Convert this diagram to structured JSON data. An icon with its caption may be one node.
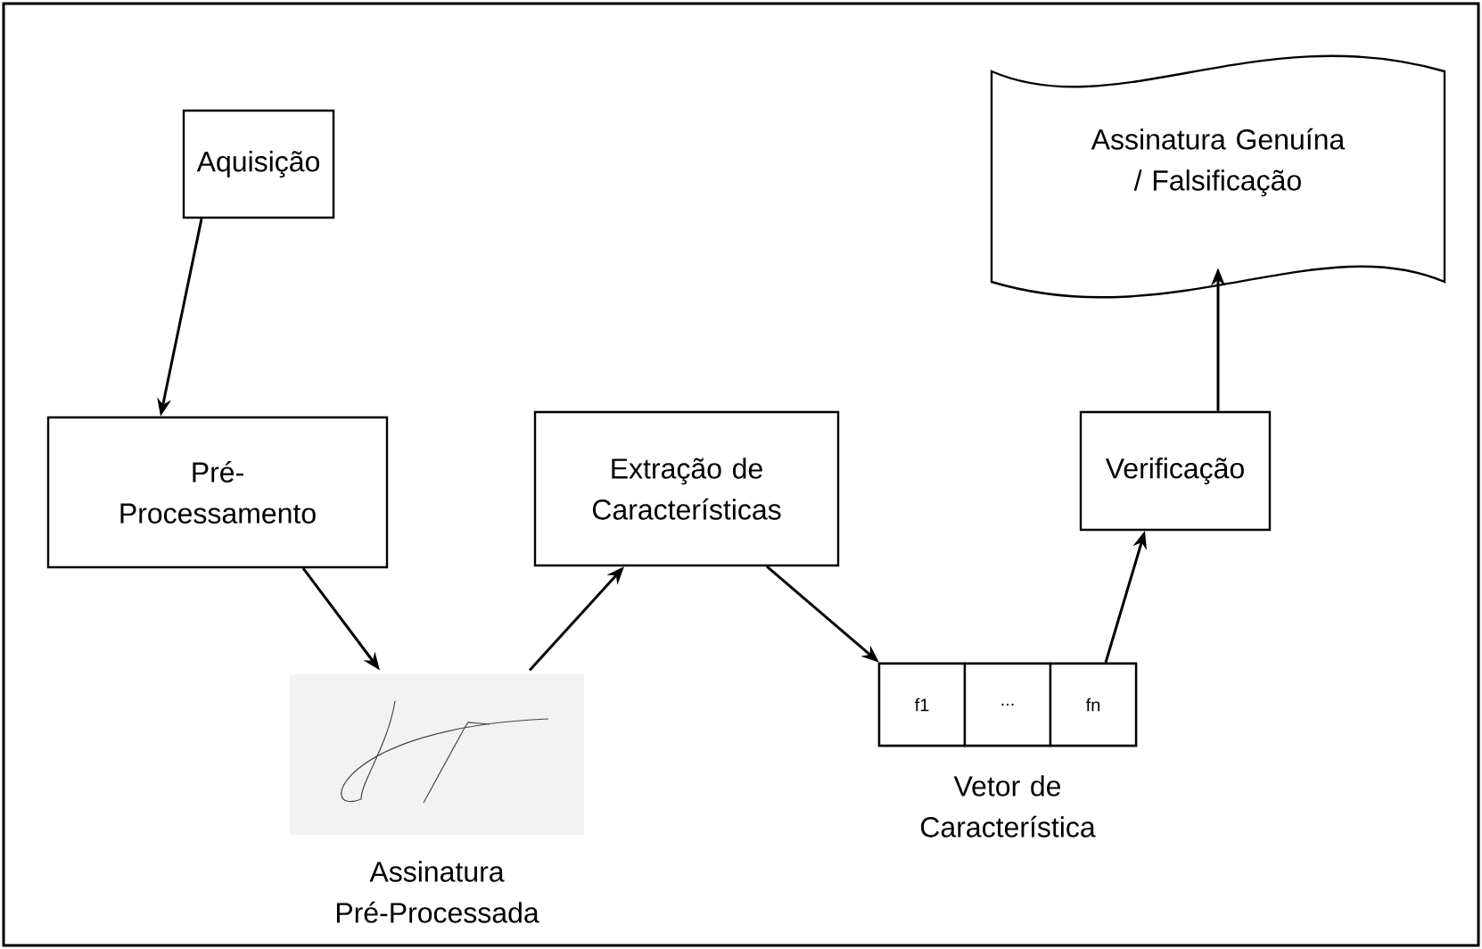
{
  "diagram": {
    "nodes": [
      {
        "text": [
          "Aquisição"
        ]
      },
      {
        "text": [
          "Pré-Processamento"
        ]
      },
      {
        "text": [],
        "shape": "picture",
        "beside": [
          "Assinatura Pré-Processada"
        ]
      },
      {
        "text": [
          "Extração de Características"
        ]
      },
      {
        "text": [],
        "shape": "box",
        "beside": [
          "Vetor de Característica"
        ]
      },
      {
        "text": [
          "f1"
        ],
        "in": 4
      },
      {
        "text": [
          "..."
        ],
        "in": 4
      },
      {
        "text": [
          "fn"
        ],
        "in": 4
      },
      {
        "text": [
          "Verificação"
        ]
      },
      {
        "text": [
          "Assinatura Genuína / Falsificação"
        ]
      }
    ],
    "edges": [
      {
        "from": 0,
        "to": 1,
        "arrow": "to"
      },
      {
        "from": 1,
        "to": 2,
        "arrow": "to"
      },
      {
        "from": 2,
        "to": 3,
        "arrow": "to"
      },
      {
        "from": 3,
        "to": 4,
        "arrow": "to"
      },
      {
        "from": 4,
        "to": 8,
        "arrow": "to"
      },
      {
        "from": 8,
        "to": 9,
        "arrow": "to"
      }
    ]
  }
}
